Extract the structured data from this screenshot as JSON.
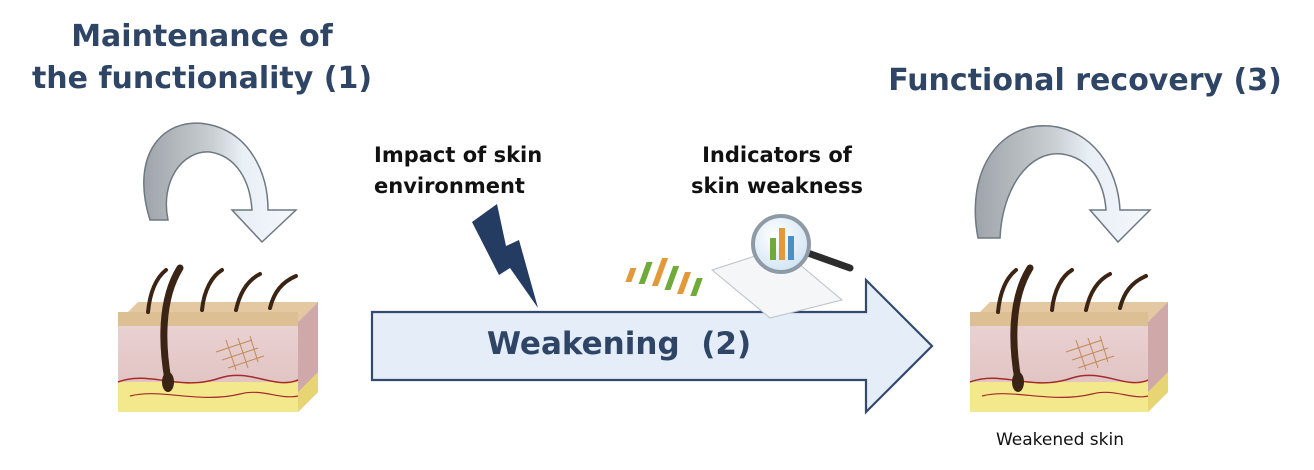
{
  "labels": {
    "maintenance_line1": "Maintenance of",
    "maintenance_line2": "the functionality (1)",
    "recovery": "Functional recovery (3)",
    "impact_line1": "Impact of skin",
    "impact_line2": "environment",
    "indicators_line1": "Indicators of",
    "indicators_line2": "skin weakness",
    "weakening": "Weakening  (2)",
    "weakened_skin": "Weakened skin"
  },
  "icons": {
    "loop_left": "curved-loop-arrow-icon",
    "loop_right": "curved-loop-arrow-icon",
    "lightning": "lightning-bolt-icon",
    "magnifier": "magnifier-chart-icon",
    "skin_left": "skin-cross-section-icon",
    "skin_right": "skin-cross-section-icon",
    "main_arrow": "right-arrow-icon"
  },
  "colors": {
    "title": "#2f4566",
    "arrow_fill": "#e6eef8",
    "arrow_stroke": "#334a6e",
    "lightning": "#243b62",
    "loop_dark": "#b5babe",
    "loop_light": "#eaf1f8"
  }
}
